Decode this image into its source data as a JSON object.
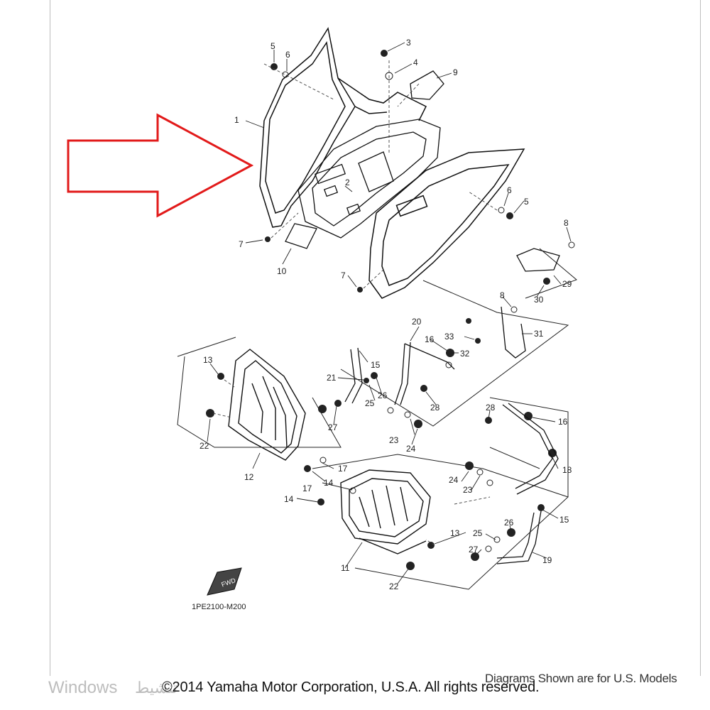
{
  "diagram": {
    "part_code": "1PE2100-M200",
    "fwd_label": "FWD",
    "note": "Diagrams Shown are for U.S. Models",
    "copyright": "©2014 Yamaha Motor Corporation, U.S.A. All rights reserved.",
    "watermark": "Windows",
    "watermark_arabic": "تنشيط",
    "arrow_color": "#e21a1a",
    "callouts": [
      "1",
      "2",
      "3",
      "4",
      "5",
      "5",
      "6",
      "6",
      "7",
      "7",
      "7",
      "8",
      "8",
      "9",
      "10",
      "11",
      "12",
      "13",
      "13",
      "14",
      "14",
      "15",
      "15",
      "16",
      "16",
      "17",
      "17",
      "18",
      "19",
      "20",
      "21",
      "22",
      "22",
      "23",
      "23",
      "24",
      "24",
      "25",
      "25",
      "26",
      "26",
      "27",
      "27",
      "28",
      "28",
      "29",
      "30",
      "31",
      "32",
      "33"
    ]
  }
}
